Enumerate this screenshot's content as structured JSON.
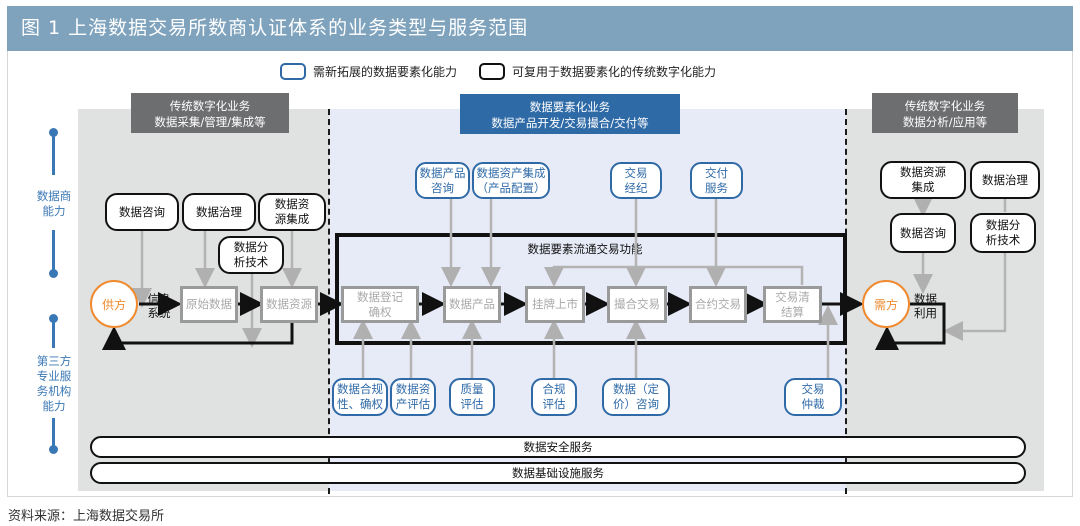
{
  "title": "图 1   上海数据交易所数商认证体系的业务类型与服务范围",
  "legend": {
    "new": "需新拓展的数据要素化能力",
    "reuse": "可复用于数据要素化的传统数字化能力"
  },
  "colors": {
    "title_bar": "#7fa3bd",
    "accent_blue": "#2f6aa7",
    "accent_orange": "#ef8a2f",
    "zone_gray": "#e0e1e1",
    "zone_blue": "#e7ebf7"
  },
  "side_labels": {
    "top": "数据商\n能力",
    "bottom": "第三方\n专业服\n务机构\n能力"
  },
  "zones": {
    "left": {
      "line1": "传统数字化业务",
      "line2": "数据采集/管理/集成等"
    },
    "middle": {
      "line1": "数据要素化业务",
      "line2": "数据产品开发/交易撮合/交付等"
    },
    "right": {
      "line1": "传统数字化业务",
      "line2": "数据分析/应用等"
    }
  },
  "left_caps": [
    "数据咨询",
    "数据治理",
    "数据资\n源集成",
    "数据分\n析技术"
  ],
  "right_caps": [
    "数据资源\n集成",
    "数据治理",
    "数据咨询",
    "数据分\n析技术"
  ],
  "supplier": "供方",
  "demander": "需方",
  "info_system": "信息\n系统",
  "data_use": "数据\n利用",
  "left_flow": [
    "原始数据",
    "数据资源"
  ],
  "core_title": "数据要素流通交易功能",
  "core_flow": [
    "数据登记\n确权",
    "数据产品",
    "挂牌上市",
    "撮合交易",
    "合约交易",
    "交易清\n结算"
  ],
  "top_services": [
    "数据产品\n咨询",
    "数据资产集成\n（产品配置）",
    "交易\n经纪",
    "交付\n服务"
  ],
  "bottom_services": [
    "数据合规\n性、确权",
    "数据资\n产评估",
    "质量\n评估",
    "合规\n评估",
    "数据（定\n价）咨询",
    "交易\n仲裁"
  ],
  "bars": [
    "数据安全服务",
    "数据基础设施服务"
  ],
  "source": "资料来源：上海数据交易所"
}
